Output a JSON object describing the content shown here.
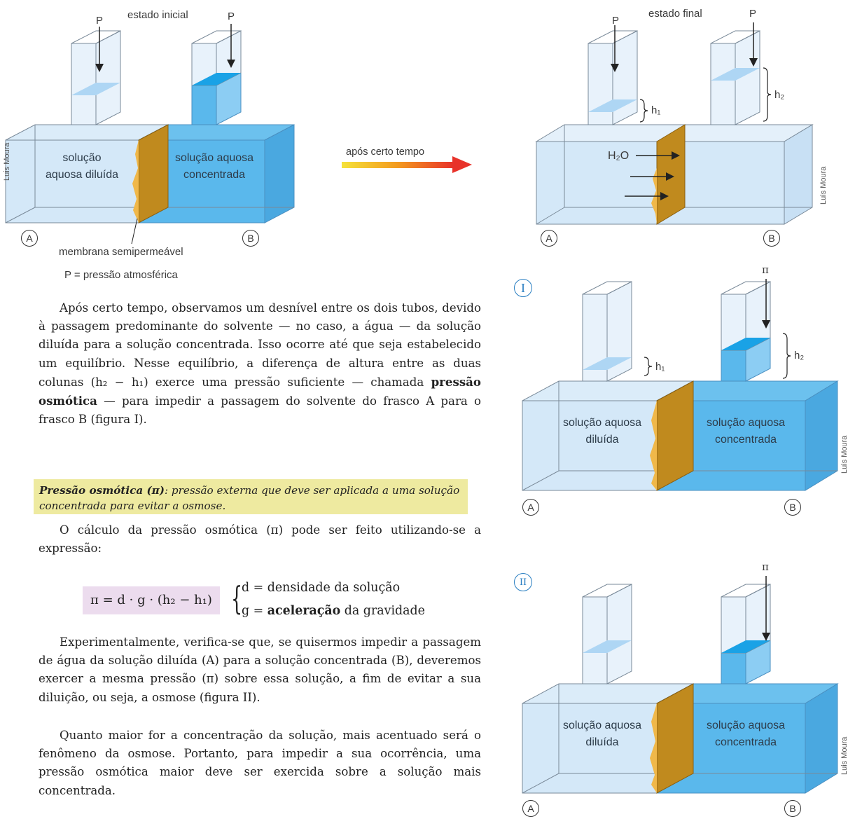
{
  "diagram_initial": {
    "title": "estado inicial",
    "p_left": "P",
    "p_right": "P",
    "left_solution": "solução aquosa diluída",
    "right_solution": "solução aquosa concentrada",
    "label_a": "A",
    "label_b": "B",
    "membrane_label": "membrana semipermeável",
    "p_legend": "P = pressão atmosférica",
    "credit": "Luis Moura"
  },
  "arrow": {
    "label": "após certo tempo"
  },
  "diagram_final": {
    "title": "estado final",
    "p_left": "P",
    "p_right": "P",
    "h1": "h₁",
    "h2": "h₂",
    "water": "H₂O",
    "label_a": "A",
    "label_b": "B",
    "credit": "Luis Moura"
  },
  "diagram_one": {
    "roman": "I",
    "pi": "π",
    "h1": "h₁",
    "h2": "h₂",
    "left_solution": "solução aquosa diluída",
    "right_solution": "solução aquosa concentrada",
    "label_a": "A",
    "label_b": "B",
    "credit": "Luis Moura"
  },
  "diagram_two": {
    "roman": "II",
    "pi": "π",
    "left_solution": "solução aquosa diluída",
    "right_solution": "solução aquosa concentrada",
    "label_a": "A",
    "label_b": "B",
    "credit": "Luis Moura"
  },
  "text": {
    "para1": "Após certo tempo, observamos um desnível entre os dois tubos, devido à passagem predominante do solvente — no caso, a água — da solução diluída para a solução concentrada. Isso ocorre até que seja estabelecido um equilíbrio. Nesse equilíbrio, a diferença de altura entre as duas colunas (h₂ − h₁) exerce uma pressão suficiente — chamada ",
    "para1_bold": "pressão osmótica",
    "para1_end": " — para impedir a passagem do solvente do frasco A para o frasco B (figura I).",
    "definition_term": "Pressão osmótica (π)",
    "definition_text": ": pressão externa que deve ser aplicada a uma solução concentrada para evitar a osmose.",
    "para2": "O cálculo da pressão osmótica (π) pode ser feito utilizando-se a expressão:",
    "formula": "π = d · g · (h₂ − h₁)",
    "formula_d": "d = densidade da solução",
    "formula_g_prefix": "g = ",
    "formula_g_bold": "aceleração",
    "formula_g_suffix": " da gravidade",
    "para3": "Experimentalmente, verifica-se que, se quisermos impedir a passagem de água da solução diluída (A) para a solução concentrada (B), deveremos exercer a mesma pressão (π) sobre essa solução, a fim de evitar a sua diluição, ou seja, a osmose (figura II).",
    "para4": "Quanto maior for a concentração da solução, mais acentuado será o fenômeno da osmose. Portanto, para impedir a sua ocorrência, uma pressão osmótica maior deve ser exercida sobre a solução mais concentrada."
  },
  "colors": {
    "dilute": "#d4e8f8",
    "concentrated": "#5ab8ec",
    "membrane": "#c08a1e",
    "roman": "#2a7fc2",
    "definition_bg": "#eeeaa0",
    "formula_bg": "#ecdcee"
  }
}
